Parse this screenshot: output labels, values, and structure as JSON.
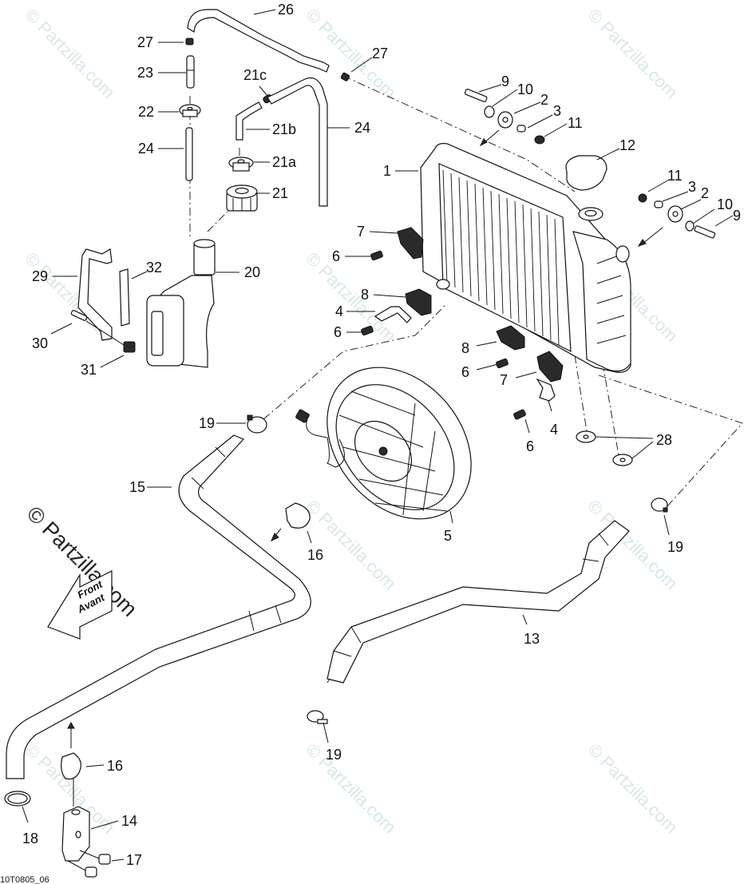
{
  "diagram": {
    "title": "Cooling System Parts Diagram",
    "document_id": "10T0805_06",
    "watermark": "© Partzilla.com",
    "direction_arrow": {
      "line1": "Front",
      "line2": "Avant"
    },
    "callouts": [
      {
        "id": "c26",
        "label": "26",
        "part": "hose-overflow"
      },
      {
        "id": "c27a",
        "label": "27",
        "part": "clamp"
      },
      {
        "id": "c27b",
        "label": "27",
        "part": "clamp"
      },
      {
        "id": "c23",
        "label": "23",
        "part": "fitting"
      },
      {
        "id": "c22",
        "label": "22",
        "part": "grommet"
      },
      {
        "id": "c24a",
        "label": "24",
        "part": "hose"
      },
      {
        "id": "c24b",
        "label": "24",
        "part": "hose"
      },
      {
        "id": "c21c",
        "label": "21c",
        "part": "clamp"
      },
      {
        "id": "c21b",
        "label": "21b",
        "part": "elbow-fitting"
      },
      {
        "id": "c21a",
        "label": "21a",
        "part": "grommet"
      },
      {
        "id": "c21",
        "label": "21",
        "part": "reservoir-cap"
      },
      {
        "id": "c20",
        "label": "20",
        "part": "coolant-reservoir"
      },
      {
        "id": "c29",
        "label": "29",
        "part": "reservoir-bracket"
      },
      {
        "id": "c32",
        "label": "32",
        "part": "pad"
      },
      {
        "id": "c30",
        "label": "30",
        "part": "bolt"
      },
      {
        "id": "c31",
        "label": "31",
        "part": "nut"
      },
      {
        "id": "c1",
        "label": "1",
        "part": "radiator"
      },
      {
        "id": "c9a",
        "label": "9",
        "part": "bolt"
      },
      {
        "id": "c10a",
        "label": "10",
        "part": "washer"
      },
      {
        "id": "c2a",
        "label": "2",
        "part": "grommet"
      },
      {
        "id": "c3a",
        "label": "3",
        "part": "sleeve"
      },
      {
        "id": "c11a",
        "label": "11",
        "part": "nut"
      },
      {
        "id": "c12",
        "label": "12",
        "part": "radiator-cap"
      },
      {
        "id": "c11b",
        "label": "11",
        "part": "nut"
      },
      {
        "id": "c3b",
        "label": "3",
        "part": "sleeve"
      },
      {
        "id": "c2b",
        "label": "2",
        "part": "grommet"
      },
      {
        "id": "c10b",
        "label": "10",
        "part": "washer"
      },
      {
        "id": "c9b",
        "label": "9",
        "part": "bolt"
      },
      {
        "id": "c7a",
        "label": "7",
        "part": "bracket"
      },
      {
        "id": "c6a",
        "label": "6",
        "part": "bolt"
      },
      {
        "id": "c8a",
        "label": "8",
        "part": "bracket"
      },
      {
        "id": "c4a",
        "label": "4",
        "part": "support"
      },
      {
        "id": "c6b",
        "label": "6",
        "part": "bolt"
      },
      {
        "id": "c8b",
        "label": "8",
        "part": "bracket"
      },
      {
        "id": "c6c",
        "label": "6",
        "part": "bolt"
      },
      {
        "id": "c7b",
        "label": "7",
        "part": "bracket"
      },
      {
        "id": "c4b",
        "label": "4",
        "part": "support"
      },
      {
        "id": "c6d",
        "label": "6",
        "part": "bolt"
      },
      {
        "id": "c28",
        "label": "28",
        "part": "rubber-pad"
      },
      {
        "id": "c19a",
        "label": "19",
        "part": "hose-clamp"
      },
      {
        "id": "c19b",
        "label": "19",
        "part": "hose-clamp"
      },
      {
        "id": "c19c",
        "label": "19",
        "part": "hose-clamp"
      },
      {
        "id": "c15",
        "label": "15",
        "part": "inlet-hose"
      },
      {
        "id": "c16a",
        "label": "16",
        "part": "hose-clip"
      },
      {
        "id": "c16b",
        "label": "16",
        "part": "hose-clip"
      },
      {
        "id": "c5",
        "label": "5",
        "part": "cooling-fan"
      },
      {
        "id": "c13",
        "label": "13",
        "part": "outlet-hose"
      },
      {
        "id": "c14",
        "label": "14",
        "part": "clip-bracket"
      },
      {
        "id": "c17",
        "label": "17",
        "part": "bolt"
      },
      {
        "id": "c18",
        "label": "18",
        "part": "hose-clamp"
      }
    ]
  }
}
